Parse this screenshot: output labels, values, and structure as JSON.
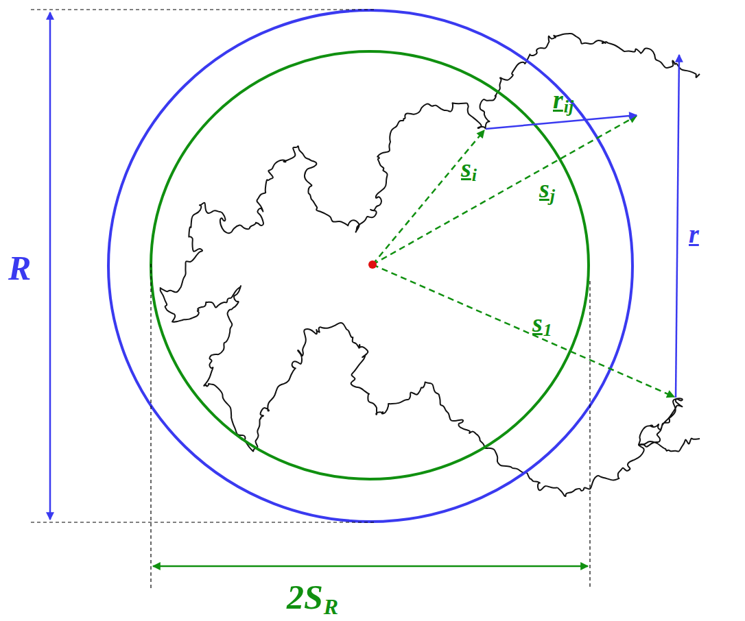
{
  "diagram": {
    "labels": [
      "R",
      "2S",
      "R",
      "r",
      "ij",
      "s",
      "i",
      "s",
      "j",
      "s",
      "1",
      "r"
    ]
  }
}
